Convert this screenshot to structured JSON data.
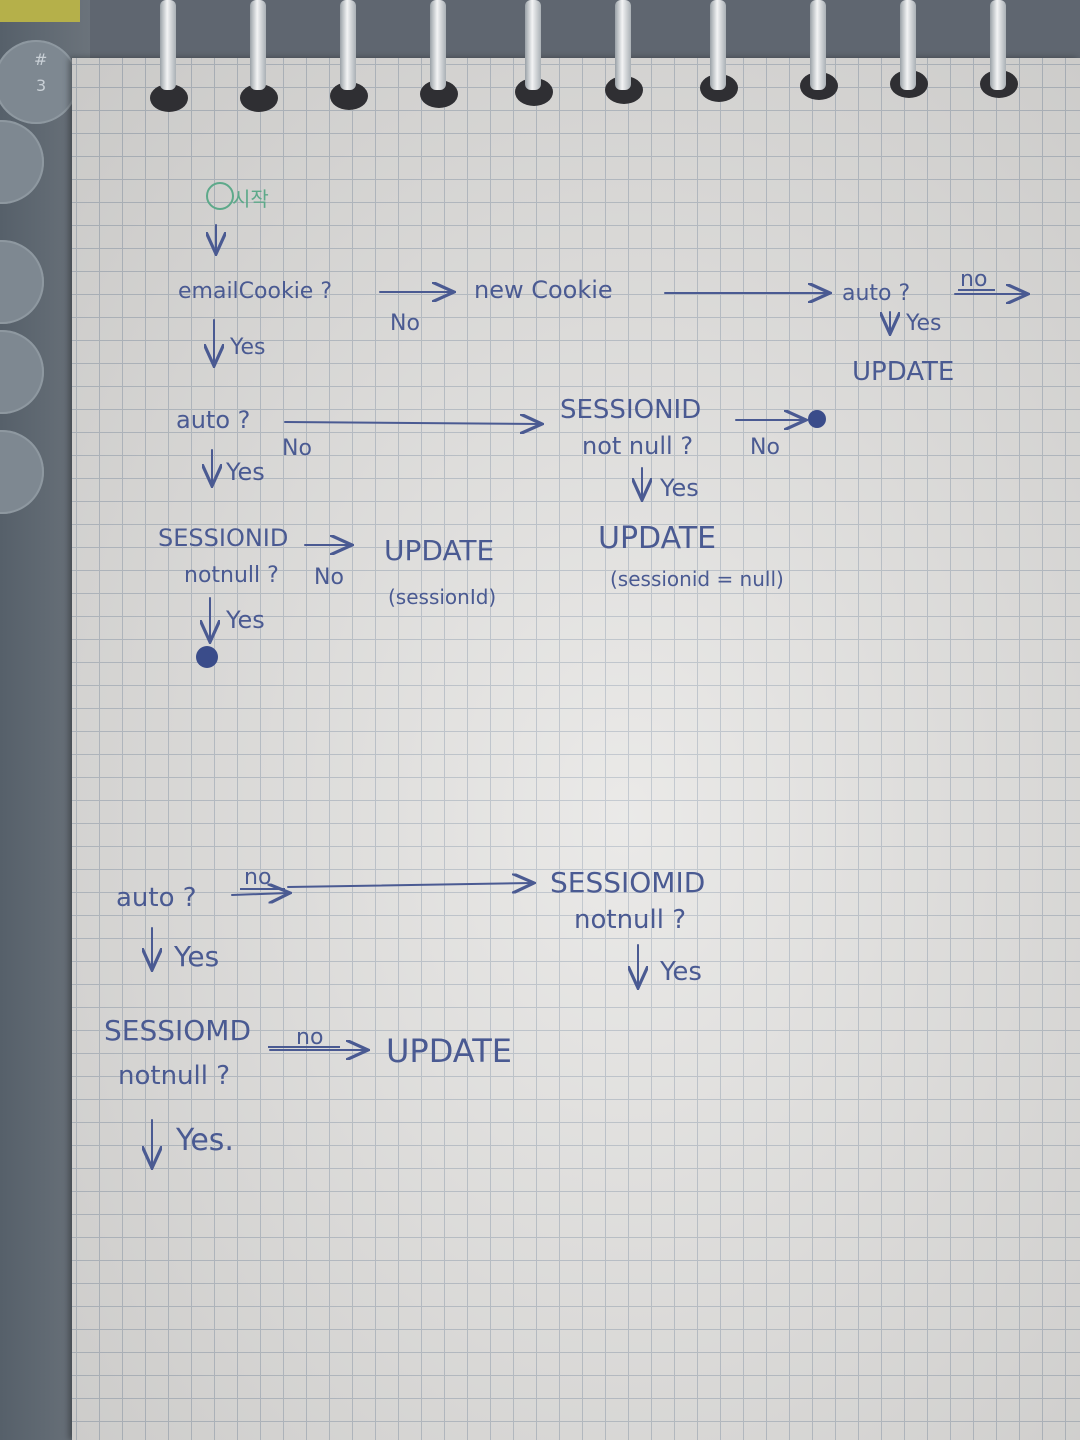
{
  "sketch": {
    "start_label": "시작",
    "top": {
      "email_cookie": "emailCookie ?",
      "no1": "No",
      "new_cookie": "new Cookie",
      "auto_right": "auto ?",
      "no_right": "no",
      "yes_right": "Yes",
      "update_right": "UPDATE",
      "yes1": "Yes",
      "auto_left": "auto ?",
      "no2": "No",
      "sessionid_mid": "SESSIONID",
      "not_null_mid": "not null ?",
      "no3": "No",
      "yes_mid": "Yes",
      "update_mid": "UPDATE",
      "update_mid_note": "(sessionid = null)",
      "yes2": "Yes",
      "sessionid_left": "SESSIONID",
      "not_null_left": "notnull ?",
      "no4": "No",
      "update_left": "UPDATE",
      "update_left_note": "(sessionId)",
      "yes3": "Yes"
    },
    "bottom": {
      "auto": "auto ?",
      "no1": "no",
      "sessionid_right": "SESSIOMID",
      "not_null_right": "notnull ?",
      "yes_right": "Yes",
      "yes1": "Yes",
      "sessionid_left": "SESSIOMD",
      "not_null_left": "notnull ?",
      "no2": "no",
      "update": "UPDATE",
      "yes2": "Yes."
    }
  },
  "colors": {
    "ink": "#4a5a92",
    "green_ink": "#5da98a",
    "grid": "#b9c0c8",
    "paper": "#e6e5e3"
  }
}
